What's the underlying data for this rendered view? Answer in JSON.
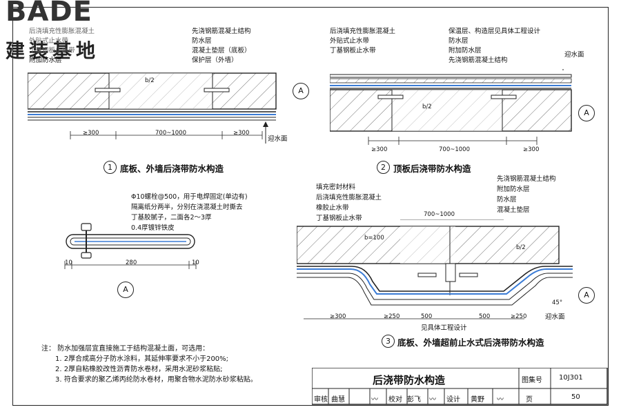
{
  "logo": {
    "en": "BADE",
    "cn": "建装基地"
  },
  "d1": {
    "num": "1",
    "title": "底板、外墙后浇带防水构造",
    "labels": [
      "先浇钢筋混凝土结构",
      "防水层",
      "混凝土垫层（底板）",
      "保护层（外墙）"
    ],
    "left_labels": [
      "后浇填充性膨胀混凝土",
      "外贴式止水带",
      "丁基钢板止水带",
      "附加防水层"
    ],
    "dims": [
      "≥300",
      "700~1000",
      "≥300"
    ],
    "b_label": "b/2",
    "water": "迎水面",
    "sec": "A"
  },
  "d2": {
    "num": "2",
    "title": "顶板后浇带防水构造",
    "left_labels": [
      "后浇填充性膨胀混凝土",
      "外贴式止水带",
      "丁基钢板止水带"
    ],
    "right_labels": [
      "保温层、构造层见具体工程设计",
      "防水层",
      "附加防水层",
      "先浇钢筋混凝土结构"
    ],
    "dims": [
      "≥300",
      "700~1000",
      "≥300"
    ],
    "b_label": "b/2",
    "water": "迎水面",
    "sec": "A"
  },
  "dA": {
    "labels": [
      "Φ10螺栓@500，用于电焊固定(单边有)",
      "隔离纸分两半，分别在浇混凝土时撕去",
      "丁基胶腻子，二面各2～3厚",
      "0.4厚镀锌铁皮"
    ],
    "dims": [
      "10",
      "280",
      "10"
    ],
    "sec": "A"
  },
  "d3": {
    "num": "3",
    "title": "底板、外墙超前止水式后浇带防水构造",
    "left_labels": [
      "填充密封材料",
      "后浇填充性膨胀混凝土",
      "橡胶止水带",
      "丁基钢板止水带"
    ],
    "right_labels": [
      "先浇钢筋混凝土结构",
      "附加防水层",
      "防水层",
      "混凝土垫层"
    ],
    "top_dim": "700~1000",
    "b_label": "b=100",
    "b2_label": "b/2",
    "dims": [
      "≥300",
      "≥250",
      "500",
      "500",
      "≥250"
    ],
    "note": "见具体工程设计",
    "angle": "45°",
    "water": "迎水面",
    "sec": "A"
  },
  "notes": {
    "intro": "注：  防水加强层宜直接施工于结构混凝土面，可选用：",
    "items": [
      "1. 2厚合成高分子防水涂料，其延伸率要求不小于200%;",
      "2. 2厚自粘橡胶改性沥青防水卷材，采用水泥砂浆粘贴;",
      "3. 符合要求的聚乙烯丙纶防水卷材，用聚合物水泥防水砂浆粘贴。"
    ]
  },
  "titleblock": {
    "drawing_title": "后浇带防水构造",
    "set_label": "图集号",
    "set_value": "10J301",
    "review_label": "审核",
    "review_name": "曲慧",
    "check_label": "校对",
    "check_name": "彭飞",
    "design_label": "设计",
    "design_name": "黄野",
    "page_label": "页",
    "page_value": "50"
  }
}
